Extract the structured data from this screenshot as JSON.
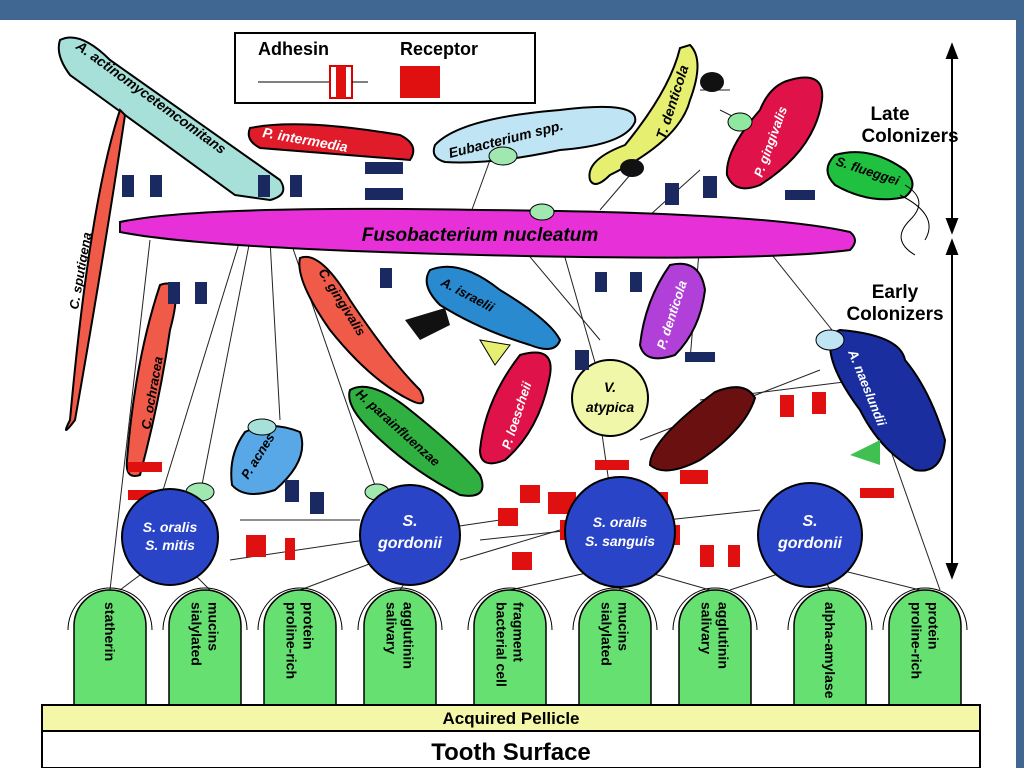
{
  "legend": {
    "adhesin": "Adhesin",
    "receptor": "Receptor"
  },
  "labels": {
    "late1": "Late",
    "late2": "Colonizers",
    "early1": "Early",
    "early2": "Colonizers",
    "pellicle": "Acquired Pellicle",
    "tooth": "Tooth Surface"
  },
  "organisms": {
    "a_actino": "A. actinomycetemcomitans",
    "c_sputigena": "C. sputigena",
    "p_intermedia": "P. intermedia",
    "eubacterium": "Eubacterium spp.",
    "t_denticola": "T. denticola",
    "p_gingivalis": "P. gingivalis",
    "s_flueggei": "S. flueggei",
    "fusobacterium": "Fusobacterium nucleatum",
    "c_ochracea": "C. ochracea",
    "c_gingivalis": "C. gingivalis",
    "a_israelii": "A. israelii",
    "p_denticola": "P. denticola",
    "h_parainfluenzae": "H. parainfluenzae",
    "p_loescheii": "P. loescheii",
    "p_acnes": "P. acnes",
    "v_atypica_1": "V.",
    "v_atypica_2": "atypica",
    "a_naeslundii": "A. naeslundii"
  },
  "streptococci": [
    {
      "line1": "S. oralis",
      "line2": "S. mitis"
    },
    {
      "line1": "S.",
      "line2": "gordonii"
    },
    {
      "line1": "S. oralis",
      "line2": "S. sanguis"
    },
    {
      "line1": "S.",
      "line2": "gordonii"
    }
  ],
  "receptors": [
    {
      "line1": "statherin",
      "line2": ""
    },
    {
      "line1": "sialylated",
      "line2": "mucins"
    },
    {
      "line1": "proline-rich",
      "line2": "protein"
    },
    {
      "line1": "salivary",
      "line2": "agglutinin"
    },
    {
      "line1": "bacterial cell",
      "line2": "fragment"
    },
    {
      "line1": "sialylated",
      "line2": "mucins"
    },
    {
      "line1": "salivary",
      "line2": "agglutinin"
    },
    {
      "line1": "alpha-amylase",
      "line2": ""
    },
    {
      "line1": "proline-rich",
      "line2": "protein"
    }
  ],
  "colors": {
    "receptor_fill": "#66e070",
    "slide_bar": "#3f6791",
    "pellicle": "#f4f6a8",
    "streptococcus": "#2a44c8"
  }
}
